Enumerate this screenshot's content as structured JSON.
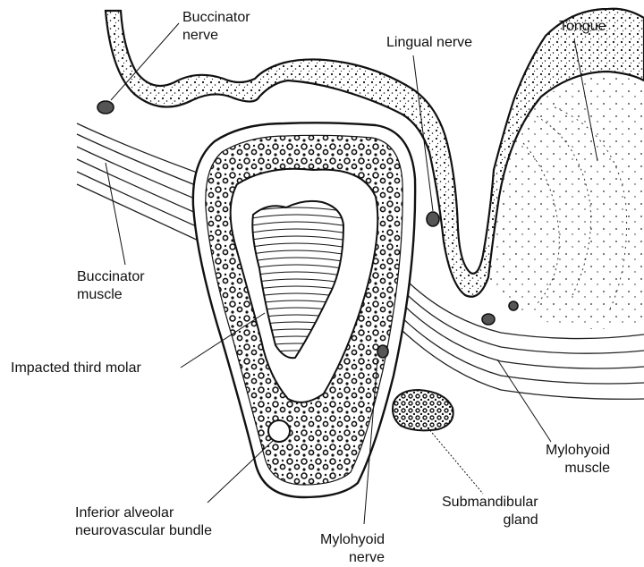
{
  "labels": {
    "buccinator_nerve": [
      "Buccinator",
      "nerve"
    ],
    "lingual_nerve": "Lingual nerve",
    "tongue": "Tongue",
    "buccinator_muscle": [
      "Buccinator",
      "muscle"
    ],
    "impacted_third_molar": "Impacted third molar",
    "mylohyoid_muscle": [
      "Mylohyoid",
      "muscle"
    ],
    "submandibular_gland": [
      "Submandibular",
      "gland"
    ],
    "inferior_alveolar": [
      "Inferior alveolar",
      "neurovascular bundle"
    ],
    "mylohyoid_nerve": [
      "Mylohyoid",
      "nerve"
    ]
  },
  "colors": {
    "ink": "#111111",
    "paper": "#ffffff"
  }
}
